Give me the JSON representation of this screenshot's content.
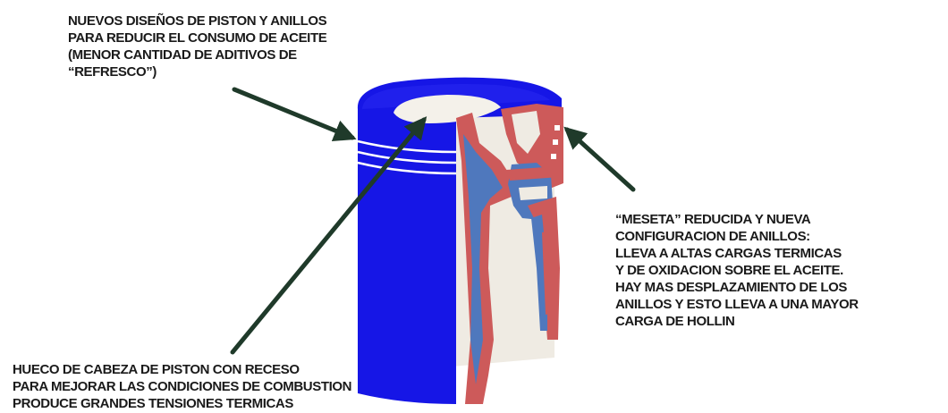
{
  "annotations": {
    "top": [
      "NUEVOS DISEÑOS DE PISTON Y ANILLOS",
      "PARA REDUCIR EL CONSUMO DE ACEITE",
      "(MENOR CANTIDAD DE ADITIVOS DE",
      "“REFRESCO”)"
    ],
    "right": [
      "“MESETA” REDUCIDA Y NUEVA",
      "CONFIGURACION DE ANILLOS:",
      "LLEVA A ALTAS CARGAS TERMICAS",
      "Y DE OXIDACION SOBRE EL ACEITE.",
      "HAY MAS DESPLAZAMIENTO DE LOS",
      "ANILLOS  Y ESTO LLEVA A UNA MAYOR",
      "CARGA DE HOLLIN"
    ],
    "bottom": [
      "HUECO DE CABEZA DE PISTON CON RECESO",
      "PARA MEJORAR LAS CONDICIONES DE COMBUSTION",
      "PRODUCE GRANDES TENSIONES TERMICAS"
    ]
  },
  "colors": {
    "piston_outer": "#1616e6",
    "piston_section_red": "#cd5a5a",
    "piston_section_blue": "#4f78bd",
    "piston_interior": "#efebe3",
    "arrow": "#1f3a2a",
    "text": "#1a1a1a"
  },
  "icons": {
    "piston": "piston-cutaway-illustration",
    "arrows": "pointer-arrow"
  }
}
